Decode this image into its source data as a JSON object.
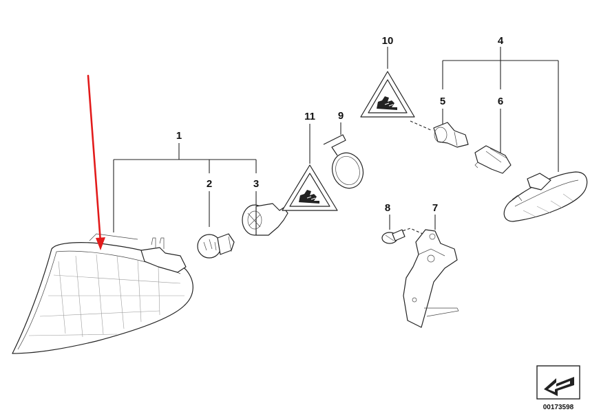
{
  "callouts": {
    "c1": "1",
    "c2": "2",
    "c3": "3",
    "c4": "4",
    "c5": "5",
    "c6": "6",
    "c7": "7",
    "c8": "8",
    "c9": "9",
    "c10": "10",
    "c11": "11"
  },
  "reference_number": "00173598",
  "colors": {
    "pointer_arrow": "#e21b1b",
    "lines": "#222222",
    "background": "#ffffff"
  },
  "icons": {
    "warning_triangles": "hand-warning-icon",
    "reference_badge": "direction-arrow-icon"
  }
}
